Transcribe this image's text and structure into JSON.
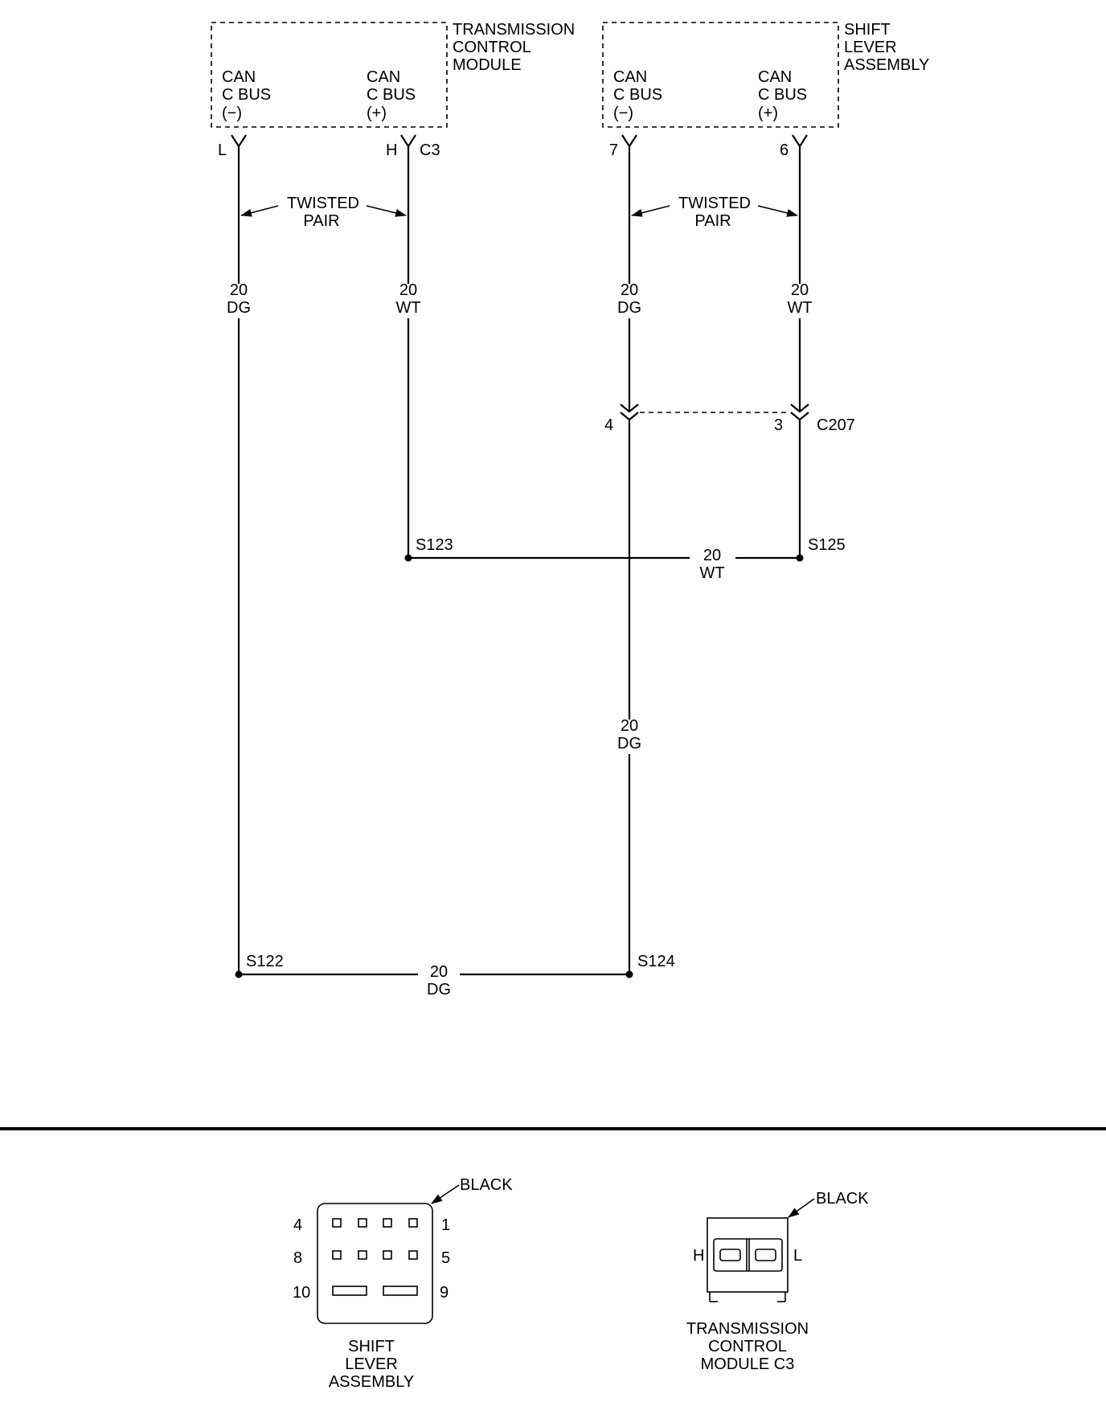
{
  "modules": {
    "tcm": {
      "title": [
        "TRANSMISSION",
        "CONTROL",
        "MODULE"
      ],
      "pin_minus_label": [
        "CAN",
        "C BUS",
        "(−)"
      ],
      "pin_plus_label": [
        "CAN",
        "C BUS",
        "(+)"
      ],
      "pin_minus_cavity": "L",
      "pin_plus_cavity": "H",
      "connector": "C3"
    },
    "shift_lever": {
      "title": [
        "SHIFT",
        "LEVER",
        "ASSEMBLY"
      ],
      "pin_minus_label": [
        "CAN",
        "C BUS",
        "(−)"
      ],
      "pin_plus_label": [
        "CAN",
        "C BUS",
        "(+)"
      ],
      "pin_minus_cavity": "7",
      "pin_plus_cavity": "6"
    }
  },
  "twisted_pair_label": [
    "TWISTED",
    "PAIR"
  ],
  "wires": {
    "tcm_minus": [
      "20",
      "DG"
    ],
    "tcm_plus": [
      "20",
      "WT"
    ],
    "slv_minus": [
      "20",
      "DG"
    ],
    "slv_plus": [
      "20",
      "WT"
    ],
    "splice_wt": [
      "20",
      "WT"
    ],
    "slv_minus_lower": [
      "20",
      "DG"
    ],
    "splice_dg": [
      "20",
      "DG"
    ]
  },
  "inline_connector": {
    "name": "C207",
    "pin_minus": "4",
    "pin_plus": "3"
  },
  "splices": {
    "s122": "S122",
    "s123": "S123",
    "s124": "S124",
    "s125": "S125"
  },
  "connector_views": {
    "shift_lever": {
      "color": "BLACK",
      "row1_left": "4",
      "row1_right": "1",
      "row2_left": "8",
      "row2_right": "5",
      "row3_left": "10",
      "row3_right": "9",
      "caption": [
        "SHIFT",
        "LEVER",
        "ASSEMBLY"
      ]
    },
    "tcm_c3": {
      "color": "BLACK",
      "left_pin": "H",
      "right_pin": "L",
      "caption": [
        "TRANSMISSION",
        "CONTROL",
        "MODULE C3"
      ]
    }
  }
}
